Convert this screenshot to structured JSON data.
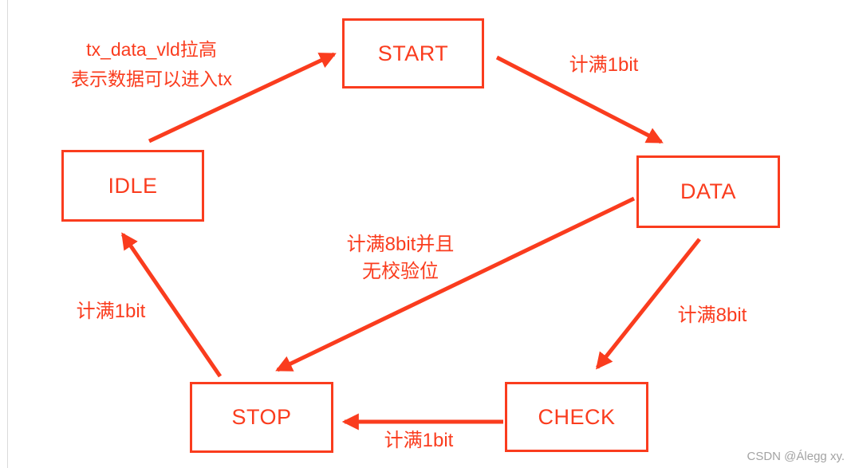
{
  "colors": {
    "accent": "#fa3c1e",
    "watermark": "#a3a3a3",
    "edge_line": "#dadada",
    "background": "#ffffff"
  },
  "diagram": {
    "type": "state-machine",
    "states": {
      "start": "START",
      "idle": "IDLE",
      "data": "DATA",
      "stop": "STOP",
      "check": "CHECK"
    },
    "transitions": {
      "idle_to_start": {
        "line1": "tx_data_vld拉高",
        "line2": "表示数据可以进入tx"
      },
      "start_to_data": {
        "label": "计满1bit"
      },
      "data_to_stop": {
        "line1": "计满8bit并且",
        "line2": "无校验位"
      },
      "data_to_check": {
        "label": "计满8bit"
      },
      "check_to_stop": {
        "label": "计满1bit"
      },
      "stop_to_idle": {
        "label": "计满1bit"
      }
    }
  },
  "watermark": "CSDN @Álegg xy."
}
